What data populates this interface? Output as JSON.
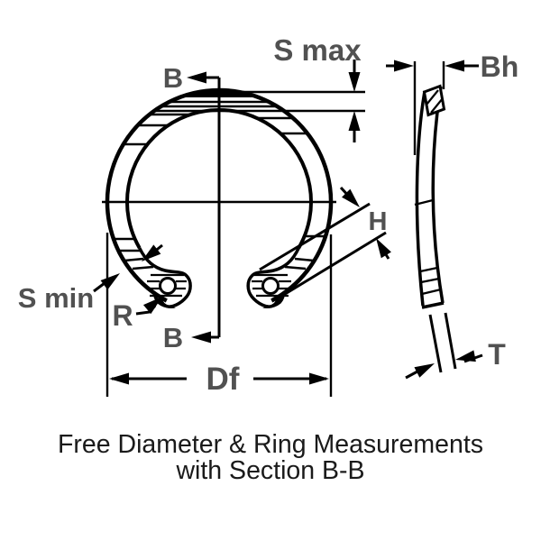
{
  "diagram": {
    "caption": {
      "line1": "Free Diameter & Ring Measurements",
      "line2": "with Section B-B"
    },
    "labels": {
      "b_top": "B",
      "b_bottom": "B",
      "s_max": "S max",
      "s_min": "S min",
      "r": "R",
      "df": "Df",
      "h": "H",
      "bh": "Bh",
      "t": "T"
    },
    "colors": {
      "line": "#000000",
      "label": "#515151",
      "caption": "#1a1a1a",
      "background": "#ffffff"
    }
  }
}
